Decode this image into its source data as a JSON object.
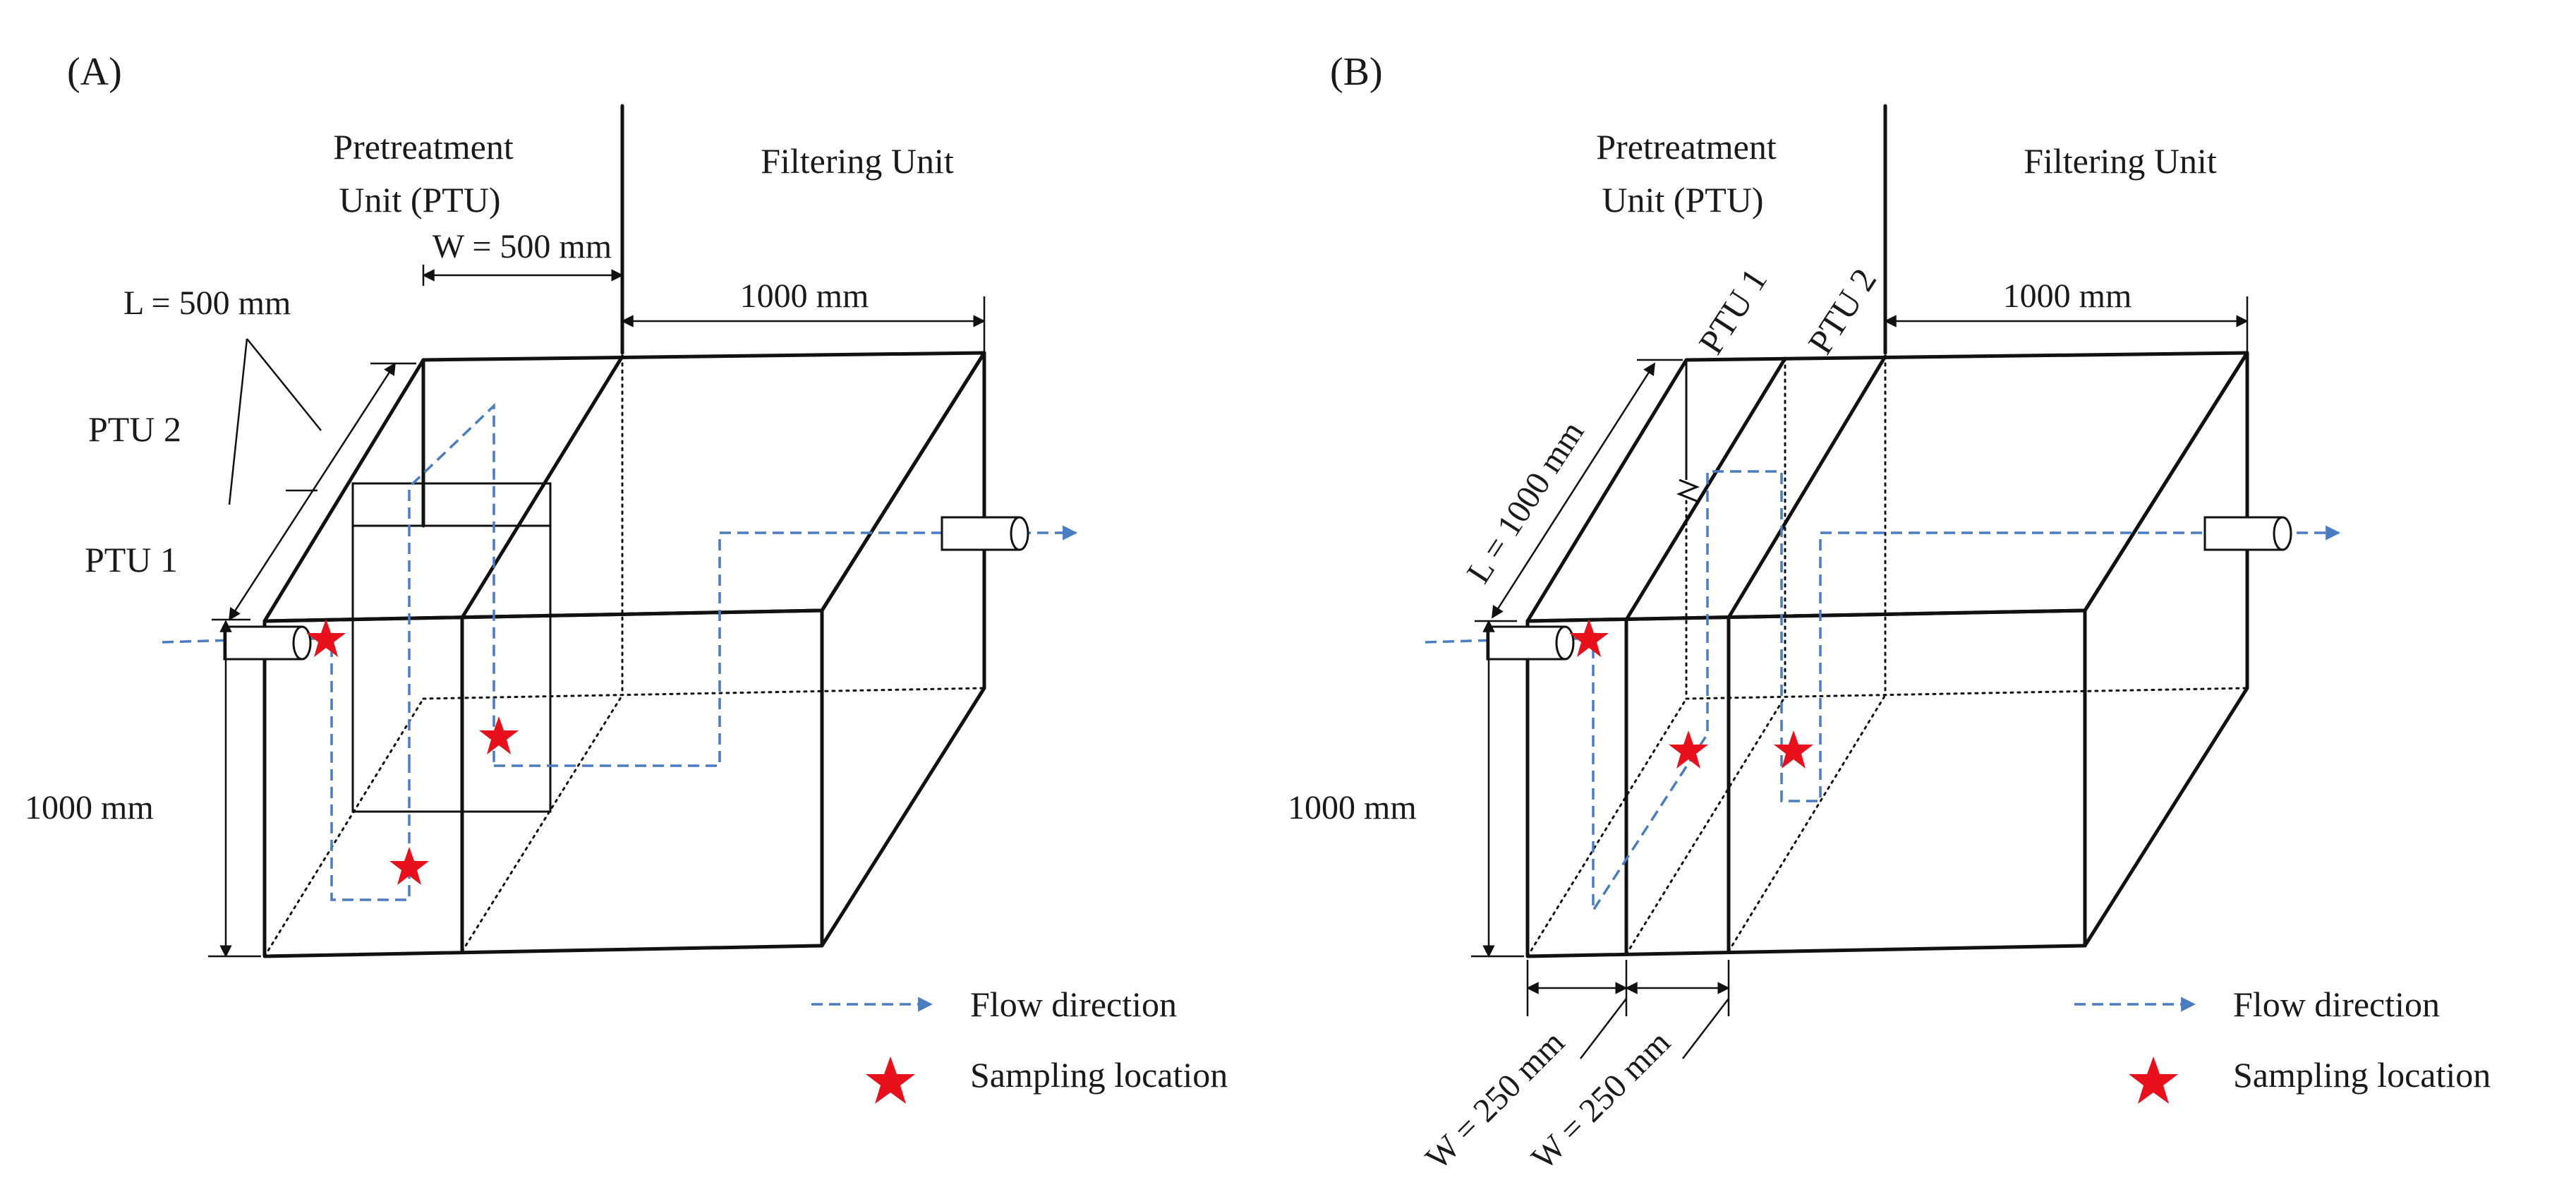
{
  "colors": {
    "flow": "#4a7cc2",
    "star": "#e8101a",
    "line": "#111111"
  },
  "icons": {
    "flow_marker": "dashed-arrow",
    "sample_marker": "red-star"
  },
  "panel_a": {
    "label": "(A)",
    "pretreatment_line1": "Pretreatment",
    "pretreatment_line2": "Unit  (PTU)",
    "filtering_unit": "Filtering Unit",
    "width_label": "W = 500 mm",
    "filter_width_label": "1000 mm",
    "length_label": "L = 500 mm",
    "ptu2": "PTU 2",
    "ptu1": "PTU 1",
    "height_label": "1000 mm",
    "legend_flow": "Flow direction",
    "legend_sampling": "Sampling location"
  },
  "panel_b": {
    "label": "(B)",
    "pretreatment_line1": "Pretreatment",
    "pretreatment_line2": "Unit  (PTU)",
    "filtering_unit": "Filtering Unit",
    "filter_width_label": "1000 mm",
    "length_label": "L = 1000 mm",
    "ptu1": "PTU 1",
    "ptu2": "PTU 2",
    "height_label": "1000 mm",
    "w1_label": "W = 250 mm",
    "w2_label": "W = 250 mm",
    "legend_flow": "Flow direction",
    "legend_sampling": "Sampling location"
  }
}
